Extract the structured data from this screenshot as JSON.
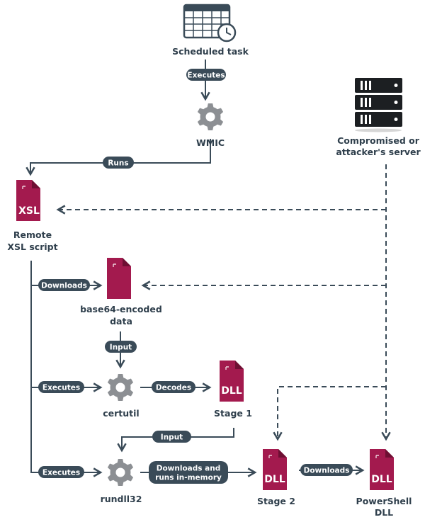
{
  "colors": {
    "line": "#3a4b58",
    "file": "#a31a4e",
    "file_fold": "#6e0f33",
    "gear": "#8c8f93",
    "server": "#1c1f22",
    "pill": "#3a4b58",
    "label": "#2f3f4c"
  },
  "nodes": {
    "scheduled_task": {
      "label": "Scheduled task",
      "icon": "calendar-clock-icon"
    },
    "wmic": {
      "label": "WMIC",
      "icon": "gear-icon"
    },
    "server": {
      "label_lines": [
        "Compromised or",
        "attacker's server"
      ],
      "icon": "server-rack-icon"
    },
    "xsl_script": {
      "label_lines": [
        "Remote",
        "XSL script"
      ],
      "badge": "XSL",
      "icon": "file-icon"
    },
    "b64_data": {
      "label_lines": [
        "base64-encoded",
        "data"
      ],
      "icon": "file-icon"
    },
    "certutil": {
      "label": "certutil",
      "icon": "gear-icon"
    },
    "stage1": {
      "label": "Stage 1",
      "badge": "DLL",
      "icon": "file-icon"
    },
    "rundll32": {
      "label": "rundll32",
      "icon": "gear-icon"
    },
    "stage2": {
      "label": "Stage 2",
      "badge": "DLL",
      "icon": "file-icon"
    },
    "ps_dll": {
      "label_lines": [
        "PowerShell",
        "DLL"
      ],
      "badge": "DLL",
      "icon": "file-icon"
    }
  },
  "edges": {
    "executes_wmic": "Executes",
    "runs": "Runs",
    "downloads_b64": "Downloads",
    "input_certutil": "Input",
    "executes_certutil": "Executes",
    "decodes": "Decodes",
    "input_rundll": "Input",
    "executes_rundll": "Executes",
    "downloads_runs": [
      "Downloads and",
      "runs in-memory"
    ],
    "downloads_ps": "Downloads"
  }
}
